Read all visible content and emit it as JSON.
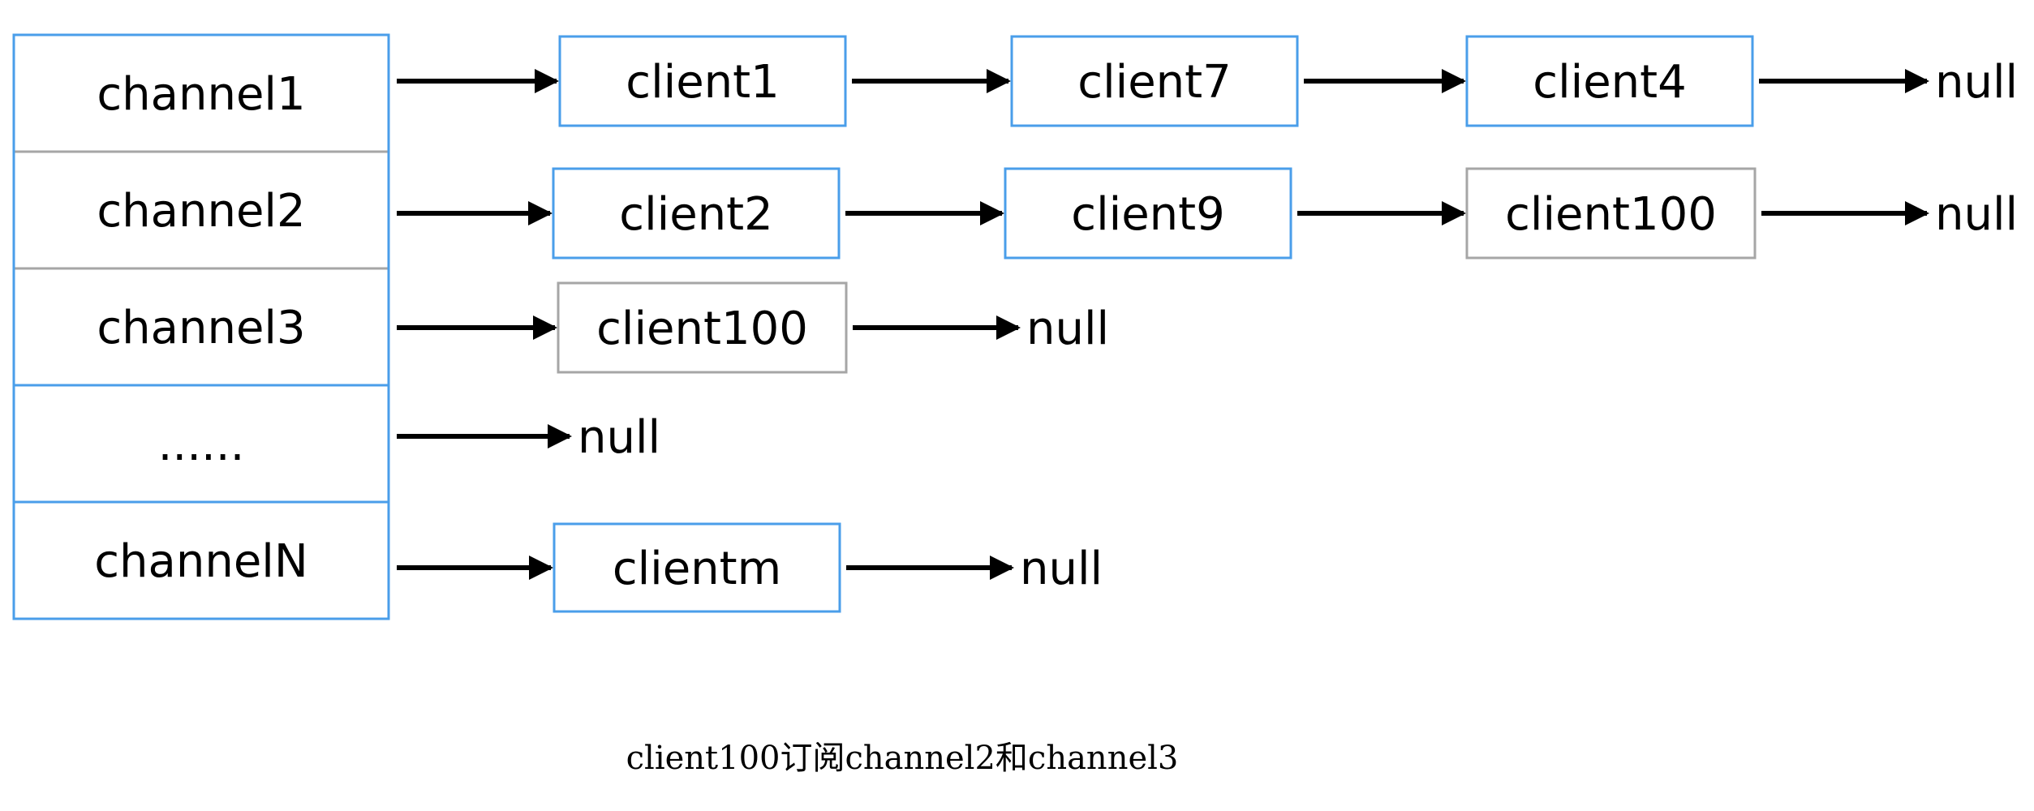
{
  "colors": {
    "border": "#4a9eea",
    "highlight": "#4a9eea",
    "highlight_border": "#a6a6a6",
    "divider": "#a6a6a6",
    "arrow": "#000000",
    "text": "#000000"
  },
  "channels": [
    {
      "label": "channel1",
      "list": [
        {
          "label": "client1",
          "highlight": false
        },
        {
          "label": "client7",
          "highlight": false
        },
        {
          "label": "client4",
          "highlight": false
        }
      ],
      "tail": "null"
    },
    {
      "label": "channel2",
      "list": [
        {
          "label": "client2",
          "highlight": false
        },
        {
          "label": "client9",
          "highlight": false
        },
        {
          "label": "client100",
          "highlight": true
        }
      ],
      "tail": "null"
    },
    {
      "label": "channel3",
      "list": [
        {
          "label": "client100",
          "highlight": true
        }
      ],
      "tail": "null"
    },
    {
      "label": "......",
      "list": [],
      "tail": "null"
    },
    {
      "label": "channelN",
      "list": [
        {
          "label": "clientm",
          "highlight": false
        }
      ],
      "tail": "null"
    }
  ],
  "caption": "client100订阅channel2和channel3"
}
